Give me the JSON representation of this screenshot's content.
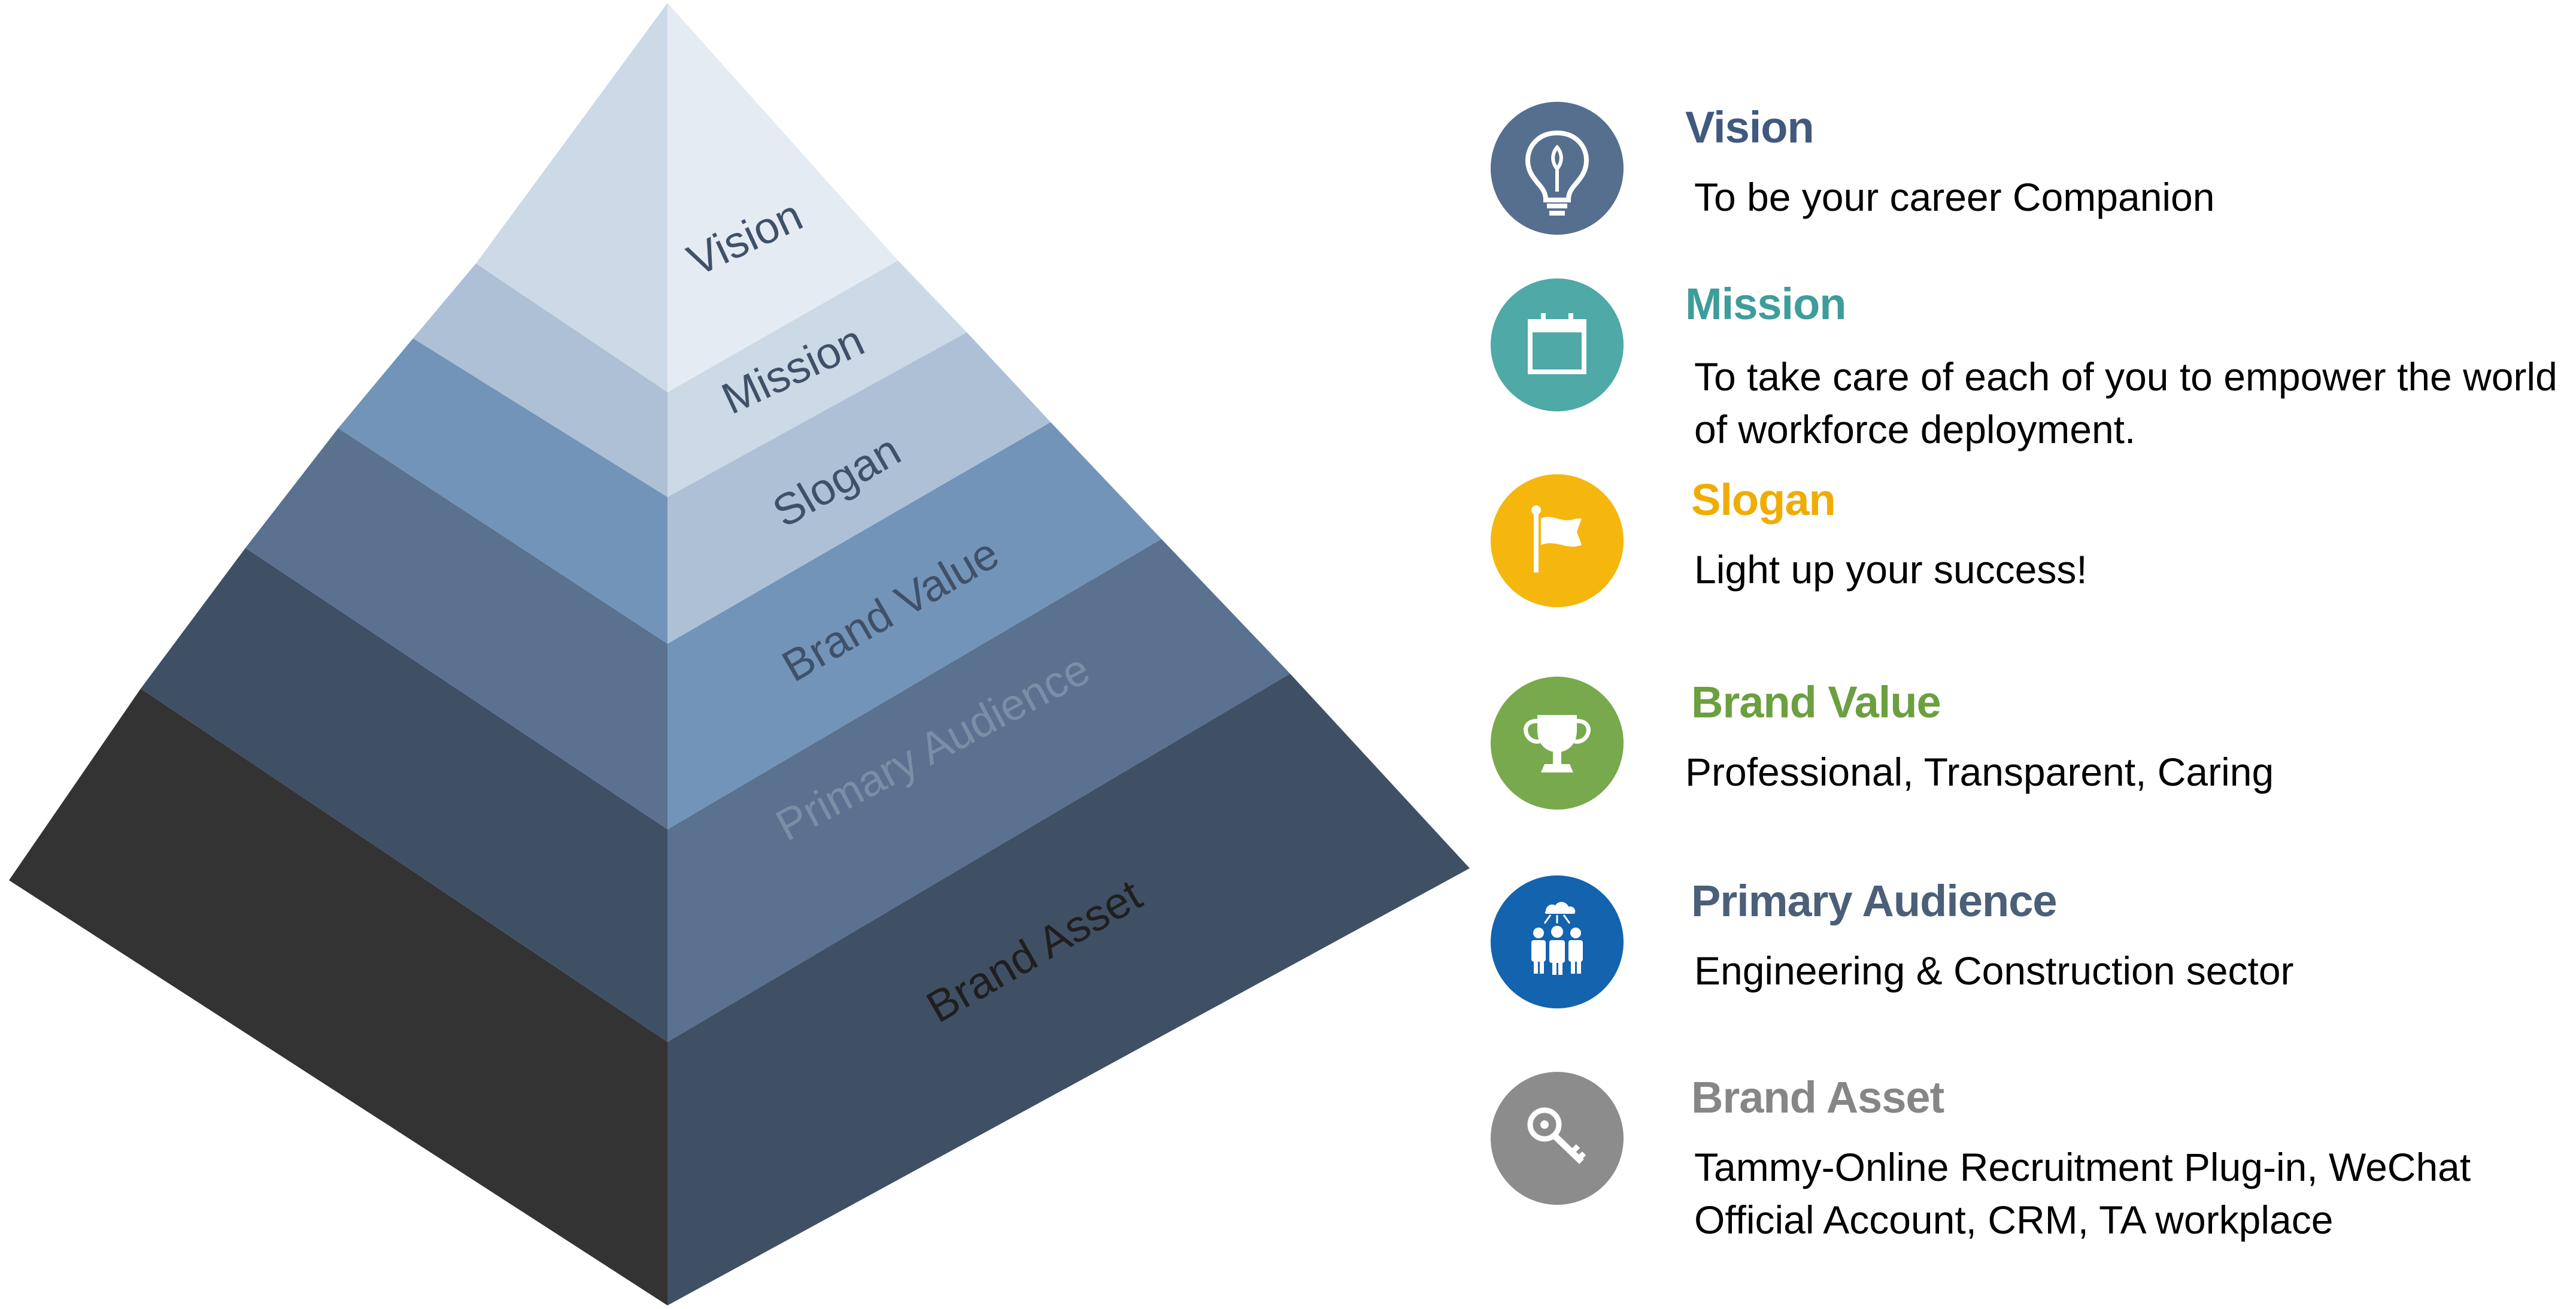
{
  "pyramid": {
    "layers": [
      {
        "label": "Vision",
        "label_color": "#3f5169"
      },
      {
        "label": "Mission",
        "label_color": "#3f5169"
      },
      {
        "label": "Slogan",
        "label_color": "#3f5169"
      },
      {
        "label": "Brand Value",
        "label_color": "#3f5169"
      },
      {
        "label": "Primary Audience",
        "label_color": "#7a8ea6"
      },
      {
        "label": "Brand Asset",
        "label_color": "#1f1f1f"
      }
    ]
  },
  "legend": [
    {
      "title": "Vision",
      "description": "To be your career Companion",
      "color": "#566f8f",
      "title_color": "#3f5a7e",
      "icon": "lightbulb-icon"
    },
    {
      "title": "Mission",
      "description": "To take care of each of you to empower the world of workforce deployment.",
      "color": "#4ea9a7",
      "title_color": "#3e9d9a",
      "icon": "calendar-icon"
    },
    {
      "title": "Slogan",
      "description": "Light up your success!",
      "color": "#f5b70e",
      "title_color": "#f0ac00",
      "icon": "flag-icon"
    },
    {
      "title": "Brand Value",
      "description": "Professional, Transparent, Caring",
      "color": "#78a94d",
      "title_color": "#6b9f3f",
      "icon": "trophy-icon"
    },
    {
      "title": "Primary Audience",
      "description": "Engineering & Construction sector",
      "color": "#1363ae",
      "title_color": "#4b5f78",
      "icon": "team-icon"
    },
    {
      "title": "Brand Asset",
      "description": "Tammy-Online Recruitment Plug-in,  WeChat Official Account, CRM, TA workplace",
      "color": "#8c8c8c",
      "title_color": "#868686",
      "icon": "key-icon"
    }
  ]
}
